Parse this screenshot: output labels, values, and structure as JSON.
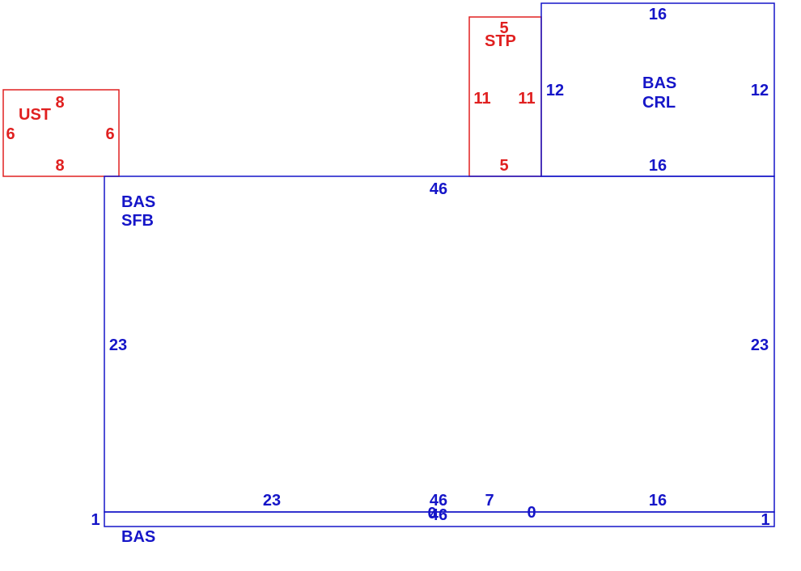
{
  "colors": {
    "red": "#e02020",
    "blue": "#1515c8"
  },
  "rooms": [
    {
      "id": "ust",
      "name": "UST",
      "color": "red",
      "top_dim": "8",
      "bottom_dim": "8",
      "left_dim": "6",
      "right_dim": "6"
    },
    {
      "id": "stp",
      "name": "STP",
      "color": "red",
      "top_dim": "5",
      "bottom_dim": "5",
      "left_dim": "11",
      "right_dim": "11"
    },
    {
      "id": "bas-crl",
      "name_line1": "BAS",
      "name_line2": "CRL",
      "color": "blue",
      "top_dim": "16",
      "bottom_dim": "16",
      "left_dim": "12",
      "right_dim": "12"
    },
    {
      "id": "bas-sfb",
      "name_line1": "BAS",
      "name_line2": "SFB",
      "color": "blue",
      "top_dim": "46",
      "left_dim": "23",
      "right_dim": "23",
      "bottom_dims": [
        "23",
        "46",
        "7",
        "16"
      ]
    },
    {
      "id": "bas",
      "name": "BAS",
      "color": "blue",
      "left_dim": "1",
      "right_dim": "1",
      "bottom_dims": [
        "0",
        "46",
        "0"
      ]
    }
  ]
}
